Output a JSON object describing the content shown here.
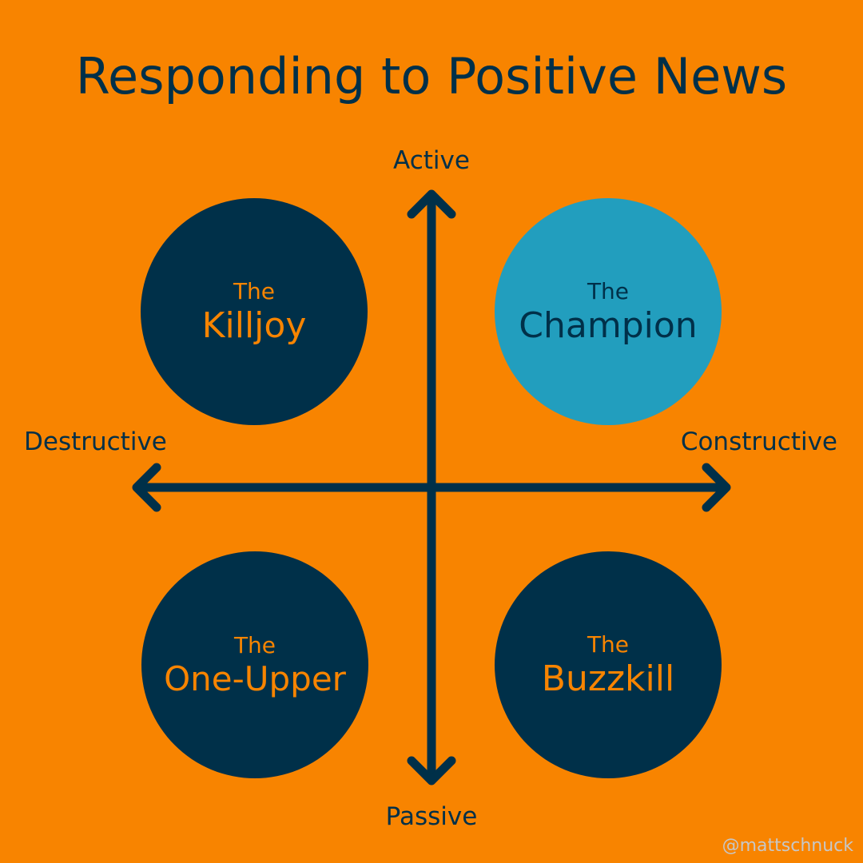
{
  "title": "Responding to Positive News",
  "axes": {
    "top": "Active",
    "bottom": "Passive",
    "left": "Destructive",
    "right": "Constructive"
  },
  "quadrants": [
    {
      "position": "top-left",
      "prefix": "The",
      "name": "Killjoy"
    },
    {
      "position": "top-right",
      "prefix": "The",
      "name": "Champion"
    },
    {
      "position": "bottom-left",
      "prefix": "The",
      "name": "One-Upper"
    },
    {
      "position": "bottom-right",
      "prefix": "The",
      "name": "Buzzkill"
    }
  ],
  "credit": "@mattschnuck",
  "colors": {
    "background": "#F88400",
    "dark_navy": "#003049",
    "highlight_blue": "#229EBE",
    "orange_text": "#F88400",
    "credit_text": "#C7C7C7"
  }
}
